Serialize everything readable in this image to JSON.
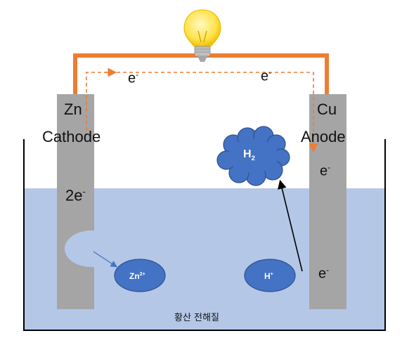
{
  "electrodes": {
    "left": {
      "metal": "Zn",
      "role": "Cathode",
      "charge_base": "2e",
      "charge_sup": "-"
    },
    "right": {
      "metal": "Cu",
      "role": "Anode",
      "charge_top_base": "e",
      "charge_top_sup": "-",
      "charge_bottom_base": "e",
      "charge_bottom_sup": "-"
    }
  },
  "wire": {
    "electron_left_base": "e",
    "electron_left_sup": "-",
    "electron_right_base": "e",
    "electron_right_sup": "-"
  },
  "ions": {
    "zinc_base": "Zn",
    "zinc_sup": "2+",
    "hydrogen_base": "H",
    "hydrogen_sup": "+"
  },
  "gas": {
    "base": "H",
    "sub": "2"
  },
  "electrolyte": {
    "label": "황산 전해질"
  },
  "colors": {
    "wire": "#ED7D31",
    "electrode": "#A5A5A5",
    "electrolyte": "#B4C7E7",
    "ion": "#4472C4",
    "bulb": "#FFE34D",
    "bulb_base": "#BFBFBF"
  }
}
